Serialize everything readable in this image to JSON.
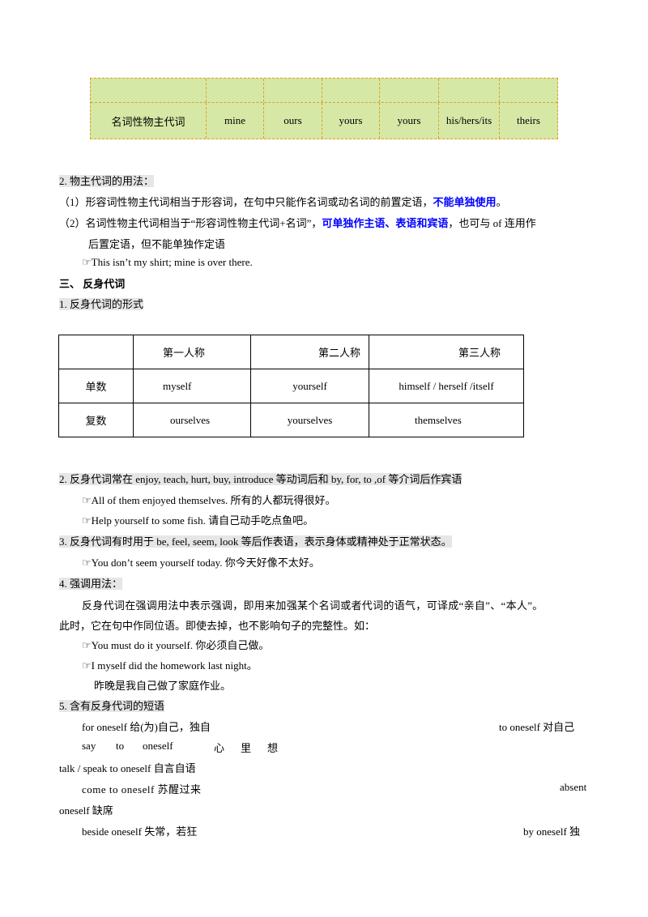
{
  "possessive_table": {
    "row_label": "名词性物主代词",
    "cells": [
      "mine",
      "ours",
      "yours",
      "yours",
      "his/hers/its",
      "theirs"
    ]
  },
  "section2": {
    "title": "2. 物主代词的用法：",
    "p1_a": "（1）形容词性物主代词相当于形容词，在句中只能作名词或动名词的前置定语，",
    "p1_b": "不能单独使用",
    "p1_c": "。",
    "p2_a": "（2）名词性物主代词相当于“形容词性物主代词+名词”，",
    "p2_b": "可单独作主语、表语和宾语",
    "p2_c": "，也可与 of 连用作",
    "p2_d": "后置定语，但不能单独作定语",
    "example": "☞This isn’t my shirt; mine is over there."
  },
  "section3": {
    "title": "三、 反身代词",
    "sub1": "1. 反身代词的形式"
  },
  "reflexive_table": {
    "headers": [
      "",
      "第一人称",
      "第二人称",
      "第三人称"
    ],
    "rows": [
      [
        "单数",
        "myself",
        "yourself",
        "himself / herself /itself"
      ],
      [
        "复数",
        "ourselves",
        "yourselves",
        "themselves"
      ]
    ]
  },
  "point2": {
    "title": "2. 反身代词常在 enjoy, teach, hurt, buy, introduce 等动词后和 by, for, to ,of 等介词后作宾语",
    "ex1": "☞All of them enjoyed themselves. 所有的人都玩得很好。",
    "ex2": "☞Help yourself to some fish. 请自己动手吃点鱼吧。"
  },
  "point3": {
    "title": "3. 反身代词有时用于 be, feel, seem, look 等后作表语，表示身体或精神处于正常状态。",
    "ex1": "☞You don’t seem yourself today. 你今天好像不太好。"
  },
  "point4": {
    "title": "4. 强调用法：",
    "para1": "反身代词在强调用法中表示强调，即用来加强某个名词或者代词的语气，可译成“亲自”、“本人”。",
    "para2": "此时，它在句中作同位语。即使去掉，也不影响句子的完整性。如：",
    "ex1": "☞You must do it yourself. 你必须自己做。",
    "ex2": "☞I myself did the homework last night。",
    "ex2_trans": "昨晚是我自己做了家庭作业。"
  },
  "point5": {
    "title": "5. 含有反身代词的短语",
    "l1_a": "for oneself 给(为)自己，独自",
    "l1_b": "to oneself 对自己",
    "l2_words": [
      "say",
      "to",
      "oneself",
      "心",
      "里",
      "想"
    ],
    "l3": "talk / speak to oneself 自言自语",
    "l4_a": "come to oneself 苏醒过来",
    "l4_b": "absent",
    "l5": "oneself 缺席",
    "l6_a": "beside oneself 失常，若狂",
    "l6_b": "by oneself 独"
  }
}
